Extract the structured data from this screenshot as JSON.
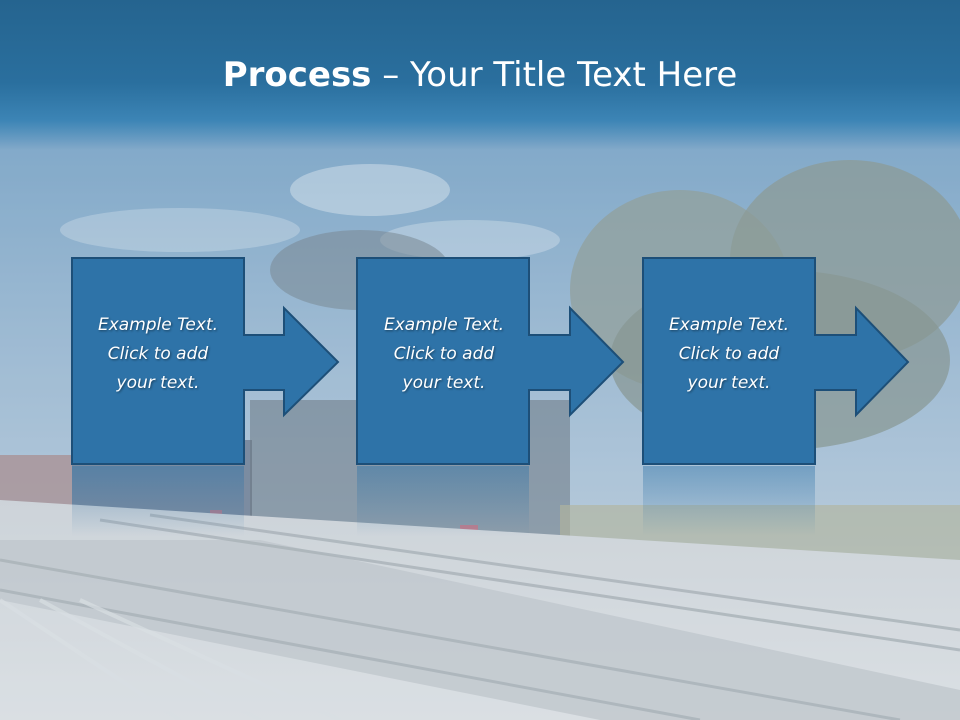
{
  "slide": {
    "title_bold": "Process",
    "title_rest": " – Your Title Text Here"
  },
  "steps": [
    {
      "line1": "Example Text.",
      "line2": "Click  to add",
      "line3": "your text."
    },
    {
      "line1": "Example Text.",
      "line2": "Click  to add",
      "line3": "your text."
    },
    {
      "line1": "Example Text.",
      "line2": "Click  to add",
      "line3": "your text."
    }
  ],
  "colors": {
    "title_band": "#2a6f9e",
    "box_fill": "#2e73a8",
    "box_border": "#1d4f78",
    "text": "#ffffff"
  }
}
